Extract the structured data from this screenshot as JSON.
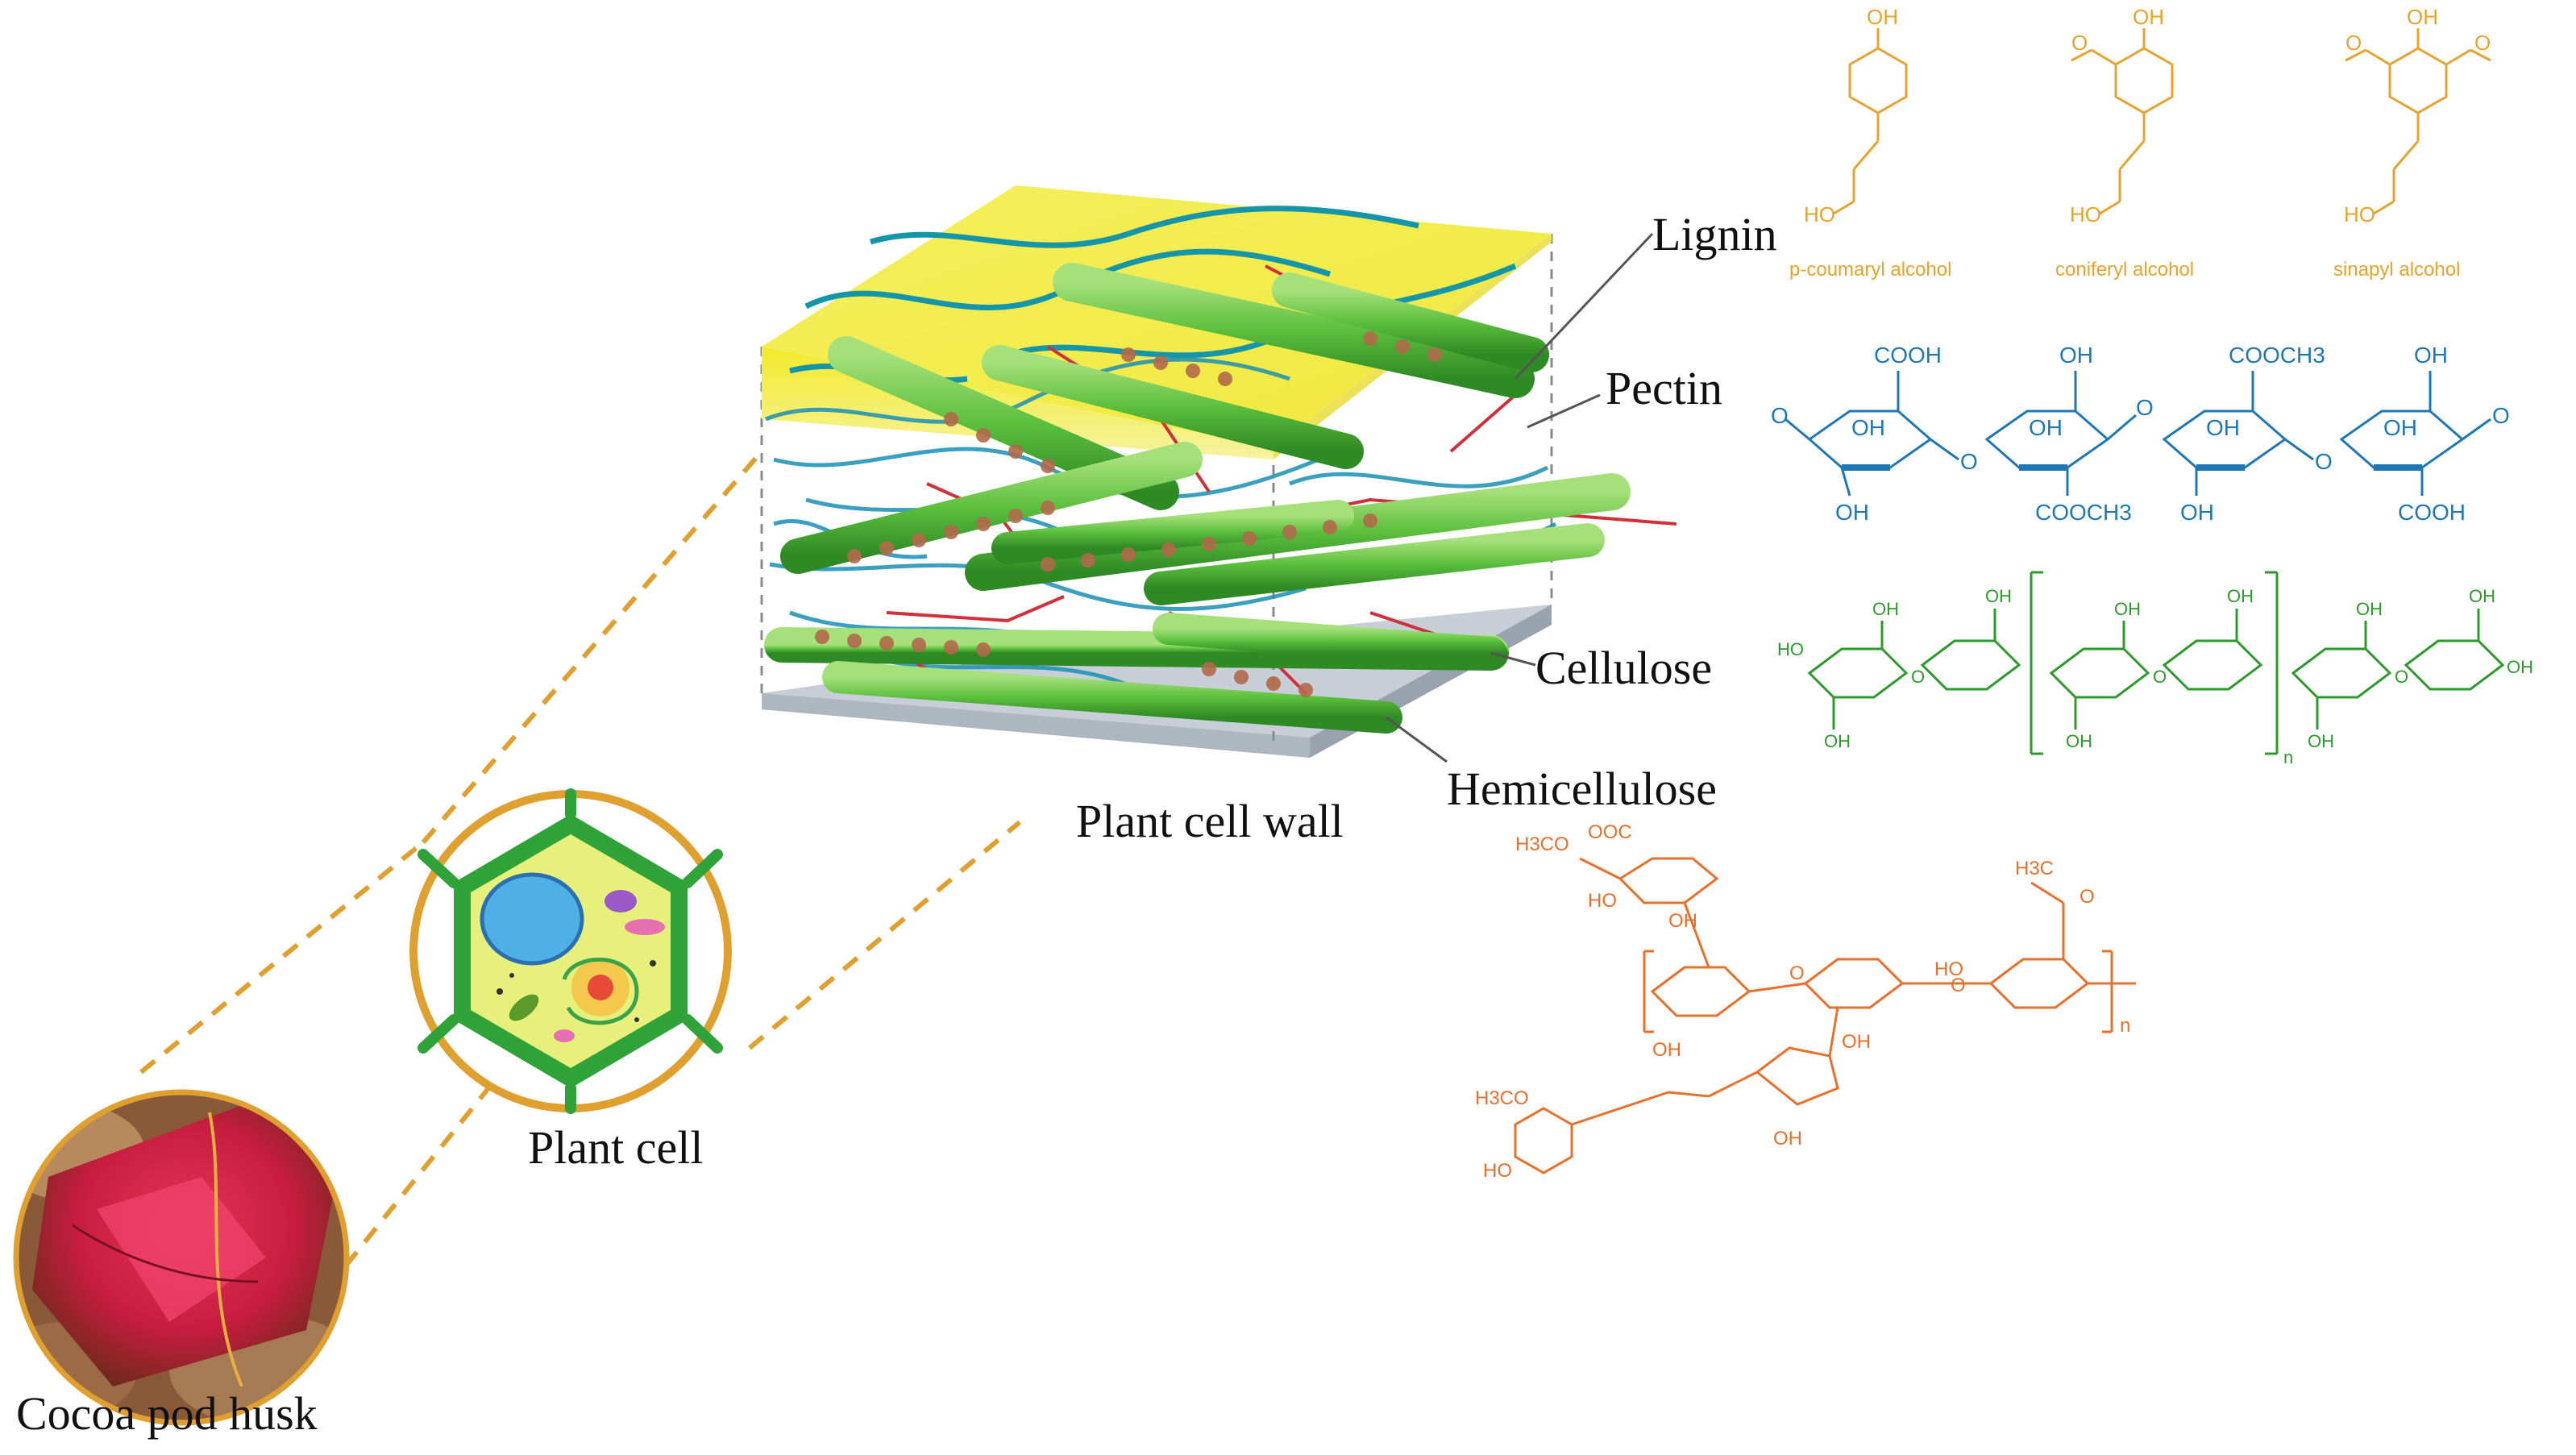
{
  "labels": {
    "lignin": "Lignin",
    "pectin": "Pectin",
    "cellulose": "Cellulose",
    "hemicellulose": "Hemicellulose",
    "plant_cell_wall": "Plant cell wall",
    "plant_cell": "Plant cell",
    "cocoa_pod_husk": "Cocoa pod husk"
  },
  "lignin_monomers": [
    {
      "name": "p-coumaryl alcohol",
      "top": "OH",
      "left": "",
      "right": "",
      "bottom": "HO"
    },
    {
      "name": "coniferyl alcohol",
      "top": "OH",
      "left": "O",
      "right": "",
      "bottom": "HO"
    },
    {
      "name": "sinapyl alcohol",
      "top": "OH",
      "left": "O",
      "right": "O",
      "bottom": "HO"
    }
  ],
  "pectin_groups": {
    "top": [
      "COOH",
      "OH",
      "COOCH3",
      "OH"
    ],
    "bottom": [
      "OH",
      "COOCH3",
      "OH",
      "COOH"
    ],
    "ring_oh": [
      "OH",
      "OH",
      "OH",
      "OH"
    ],
    "link": "O"
  },
  "cellulose_groups": {
    "oh": "OH",
    "ho": "HO",
    "o": "O",
    "n": "n"
  },
  "hemicellulose_groups": {
    "h3co_top": "H3CO",
    "ooc": "OOC",
    "ho": "HO",
    "oh": "OH",
    "o": "O",
    "h3c": "H3C",
    "h3co_bottom": "H3CO",
    "n": "n"
  },
  "colors": {
    "lignin": "#E5A42F",
    "pectin": "#1F78B4",
    "cellulose": "#2E9A2E",
    "hemicellulose": "#E8702A",
    "dashed": "#E0A030",
    "label": "#111111"
  }
}
